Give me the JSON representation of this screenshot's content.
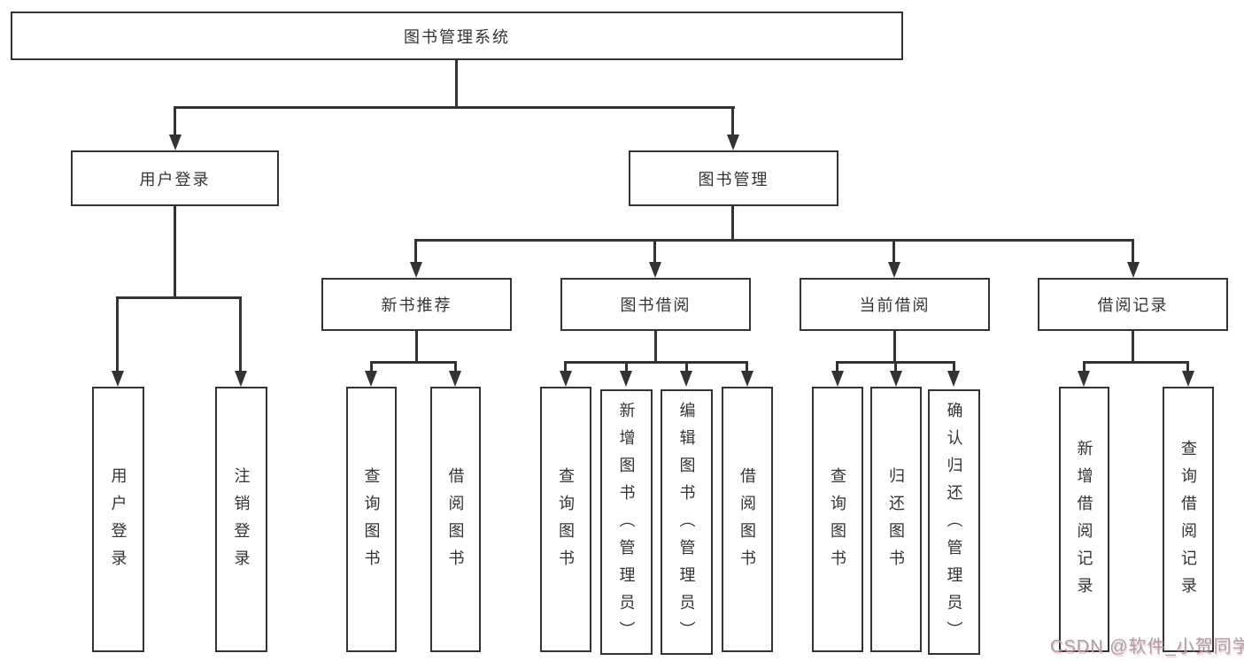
{
  "diagram": {
    "title": "图书管理系统",
    "root": {
      "label": "图书管理系统"
    },
    "level2": {
      "user_login": {
        "label": "用户登录"
      },
      "book_management": {
        "label": "图书管理"
      }
    },
    "level3": {
      "new_book_recommend": {
        "label": "新书推荐"
      },
      "book_borrow": {
        "label": "图书借阅"
      },
      "current_borrow": {
        "label": "当前借阅"
      },
      "borrow_records": {
        "label": "借阅记录"
      }
    },
    "leaves": {
      "user_login_1": {
        "label": "用户登录"
      },
      "user_login_2": {
        "label": "注销登录"
      },
      "new_book_1": {
        "label": "查询图书"
      },
      "new_book_2": {
        "label": "借阅图书"
      },
      "book_borrow_1": {
        "label": "查询图书"
      },
      "book_borrow_2": {
        "label": "新增图书（管理员）"
      },
      "book_borrow_3": {
        "label": "编辑图书（管理员）"
      },
      "book_borrow_4": {
        "label": "借阅图书"
      },
      "current_borrow_1": {
        "label": "查询图书"
      },
      "current_borrow_2": {
        "label": "归还图书"
      },
      "current_borrow_3": {
        "label": "确认归还（管理员）"
      },
      "borrow_records_1": {
        "label": "新增借阅记录"
      },
      "borrow_records_2": {
        "label": "查询借阅记录"
      }
    }
  },
  "watermark": {
    "text": "CSDN @软件_小贺同学"
  },
  "colors": {
    "line": "#333333",
    "box_border": "#333333",
    "text": "#333333",
    "background": "#ffffff",
    "watermark_gray": "#a2a2a6",
    "watermark_pink": "#f48fa0"
  }
}
